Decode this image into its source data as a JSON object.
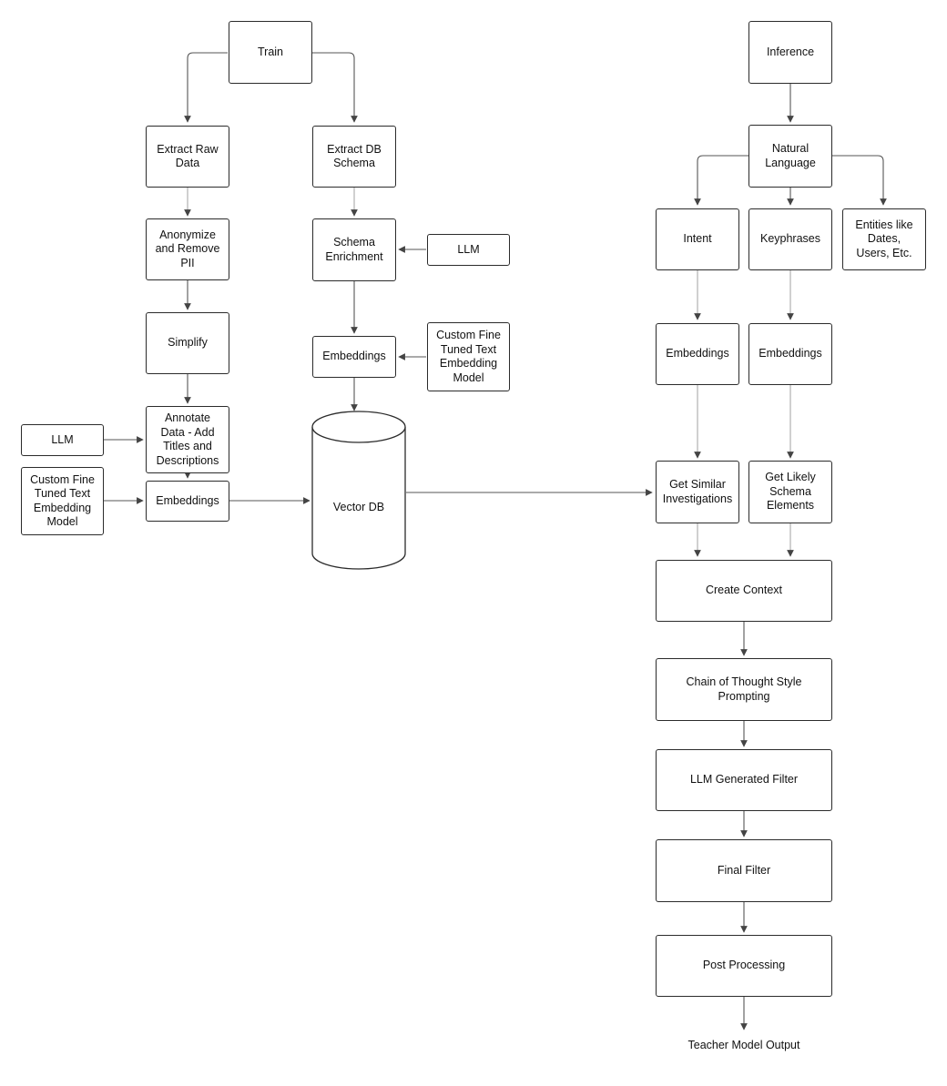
{
  "nodes": {
    "train": "Train",
    "extract_raw": "Extract Raw\nData",
    "anonymize": "Anonymize\nand Remove\nPII",
    "simplify": "Simplify",
    "annotate": "Annotate\nData - Add\nTitles and\nDescriptions",
    "llm_left": "LLM",
    "custom_left": "Custom Fine\nTuned Text\nEmbedding\nModel",
    "embeddings_left": "Embeddings",
    "extract_schema": "Extract DB\nSchema",
    "schema_enrichment": "Schema\nEnrichment",
    "llm_mid": "LLM",
    "embeddings_mid": "Embeddings",
    "custom_mid": "Custom Fine\nTuned Text\nEmbedding\nModel",
    "vector_db": "Vector DB",
    "inference": "Inference",
    "natural_language": "Natural\nLanguage",
    "intent": "Intent",
    "keyphrases": "Keyphrases",
    "entities": "Entities like\nDates,\nUsers, Etc.",
    "embeddings_intent": "Embeddings",
    "embeddings_key": "Embeddings",
    "similar": "Get Similar\nInvestigations",
    "likely": "Get Likely\nSchema\nElements",
    "context": "Create Context",
    "cot": "Chain of Thought Style\nPrompting",
    "llm_filter": "LLM Generated Filter",
    "final_filter": "Final Filter",
    "post": "Post Processing",
    "output": "Teacher Model Output"
  }
}
